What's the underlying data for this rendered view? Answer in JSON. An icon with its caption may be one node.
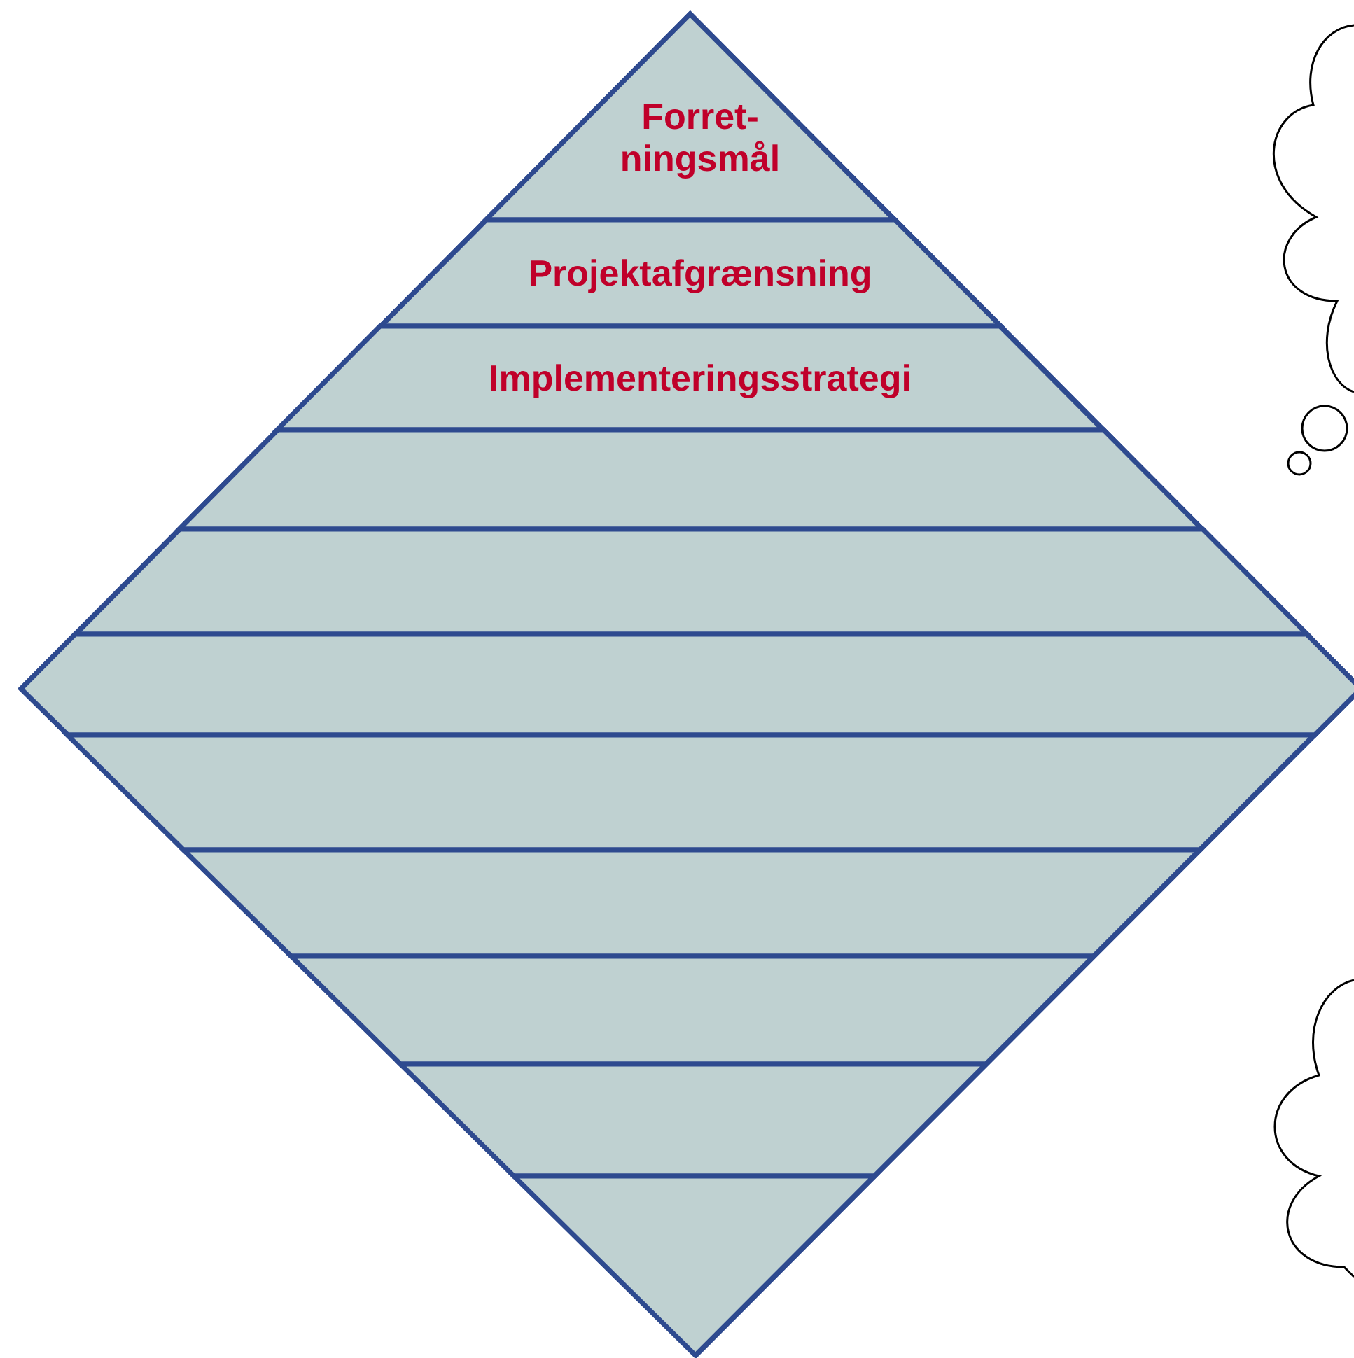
{
  "diagram": {
    "nodes": [
      {
        "text": [],
        "shape": "diamond"
      },
      {
        "text": [
          "Forret- ningsmål"
        ],
        "in": 0
      },
      {
        "text": [
          "Projektafgrænsning"
        ],
        "in": 0
      },
      {
        "text": [
          "Implementeringsstrategi"
        ],
        "in": 0
      },
      {
        "text": [],
        "shape": "band",
        "in": 0
      },
      {
        "text": [],
        "shape": "band",
        "in": 0
      },
      {
        "text": [],
        "shape": "band",
        "in": 0
      },
      {
        "text": [],
        "shape": "band",
        "in": 0
      },
      {
        "text": [],
        "shape": "band",
        "in": 0
      },
      {
        "text": [],
        "shape": "band",
        "in": 0
      },
      {
        "text": [],
        "shape": "band",
        "in": 0
      },
      {
        "text": [],
        "shape": "band",
        "in": 0
      }
    ]
  }
}
